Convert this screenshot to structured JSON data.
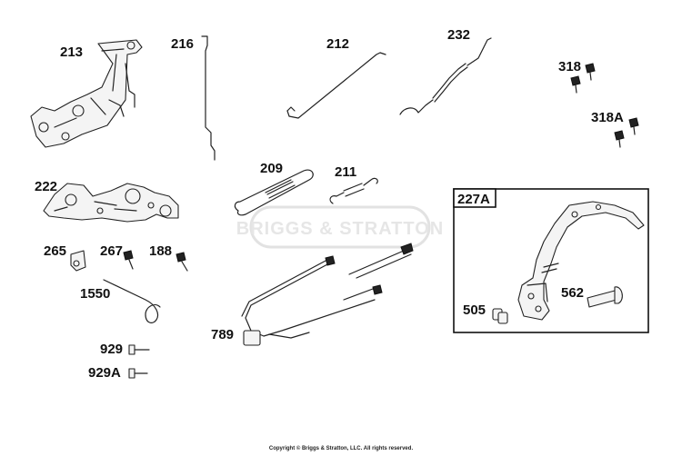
{
  "labels": {
    "p213": "213",
    "p216": "216",
    "p212": "212",
    "p232": "232",
    "p318": "318",
    "p318a": "318A",
    "p222": "222",
    "p209": "209",
    "p211": "211",
    "p265": "265",
    "p267": "267",
    "p188": "188",
    "p1550": "1550",
    "p789": "789",
    "p929": "929",
    "p929a": "929A",
    "p227a": "227A",
    "p505": "505",
    "p562": "562"
  },
  "watermark": "BRIGGS & STRATTON",
  "copyright": "Copyright © Briggs & Stratton, LLC. All rights reserved."
}
